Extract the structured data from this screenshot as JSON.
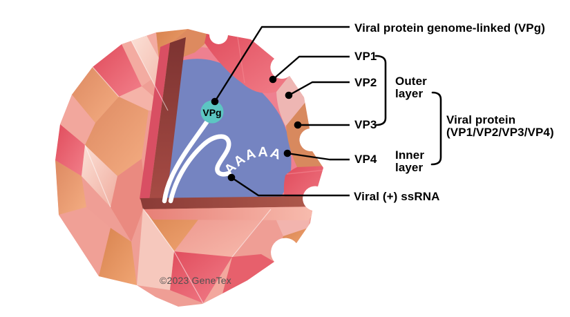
{
  "figure": {
    "subject": "Virus capsid cutaway structure diagram"
  },
  "labels": {
    "vpg": "Viral protein genome-linked (VPg)",
    "vp1": "VP1",
    "vp2": "VP2",
    "vp3": "VP3",
    "vp4": "VP4",
    "outer_layer": "Outer\nlayer",
    "inner_layer": "Inner\nlayer",
    "viral_protein": "Viral protein\n(VP1/VP2/VP3/VP4)",
    "ssrna": "Viral (+) ssRNA"
  },
  "virus": {
    "vpg_badge": "VPg",
    "polya": "AAAAA"
  },
  "watermark": "©2023 GeneTex",
  "palette": {
    "capsid_red": "#e4495c",
    "capsid_pink": "#f2a9a0",
    "capsid_light_pink": "#f8d6ce",
    "capsid_salmon": "#e08a66",
    "capsid_orange": "#d8895e",
    "vp2_pink": "#eeb6b3",
    "inner_band_pink": "#ee8090",
    "interior_blue": "#7584c1",
    "vpg_teal": "#5cc6c2",
    "cut_maroon": "#8a3c38",
    "line_black": "#000000",
    "rna_white": "#ffffff",
    "watermark_gray": "#515151"
  }
}
